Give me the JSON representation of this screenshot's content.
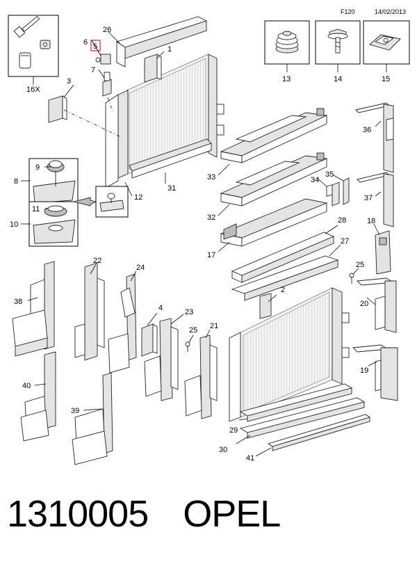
{
  "header": {
    "code": "F120",
    "date": "14/02/2013"
  },
  "callouts": {
    "n1": "1",
    "n2": "2",
    "n3": "3",
    "n4": "4",
    "n5": "5",
    "n6": "6",
    "n7": "7",
    "n8": "8",
    "n9": "9",
    "n10": "10",
    "n11": "11",
    "n12": "12",
    "n13": "13",
    "n14": "14",
    "n15": "15",
    "n16x": "16X",
    "n17": "17",
    "n18": "18",
    "n19": "19",
    "n20": "20",
    "n21": "21",
    "n22": "22",
    "n23": "23",
    "n24": "24",
    "n25a": "25",
    "n25b": "25",
    "n26": "26",
    "n27": "27",
    "n28": "28",
    "n29": "29",
    "n30": "30",
    "n31": "31",
    "n32": "32",
    "n33": "33",
    "n34": "34",
    "n35": "35",
    "n36": "36",
    "n37": "37",
    "n38": "38",
    "n39": "39",
    "n40": "40",
    "n41": "41"
  },
  "highlighted_callout": "5",
  "footer": {
    "part_number": "1310005",
    "brand": "OPEL"
  }
}
